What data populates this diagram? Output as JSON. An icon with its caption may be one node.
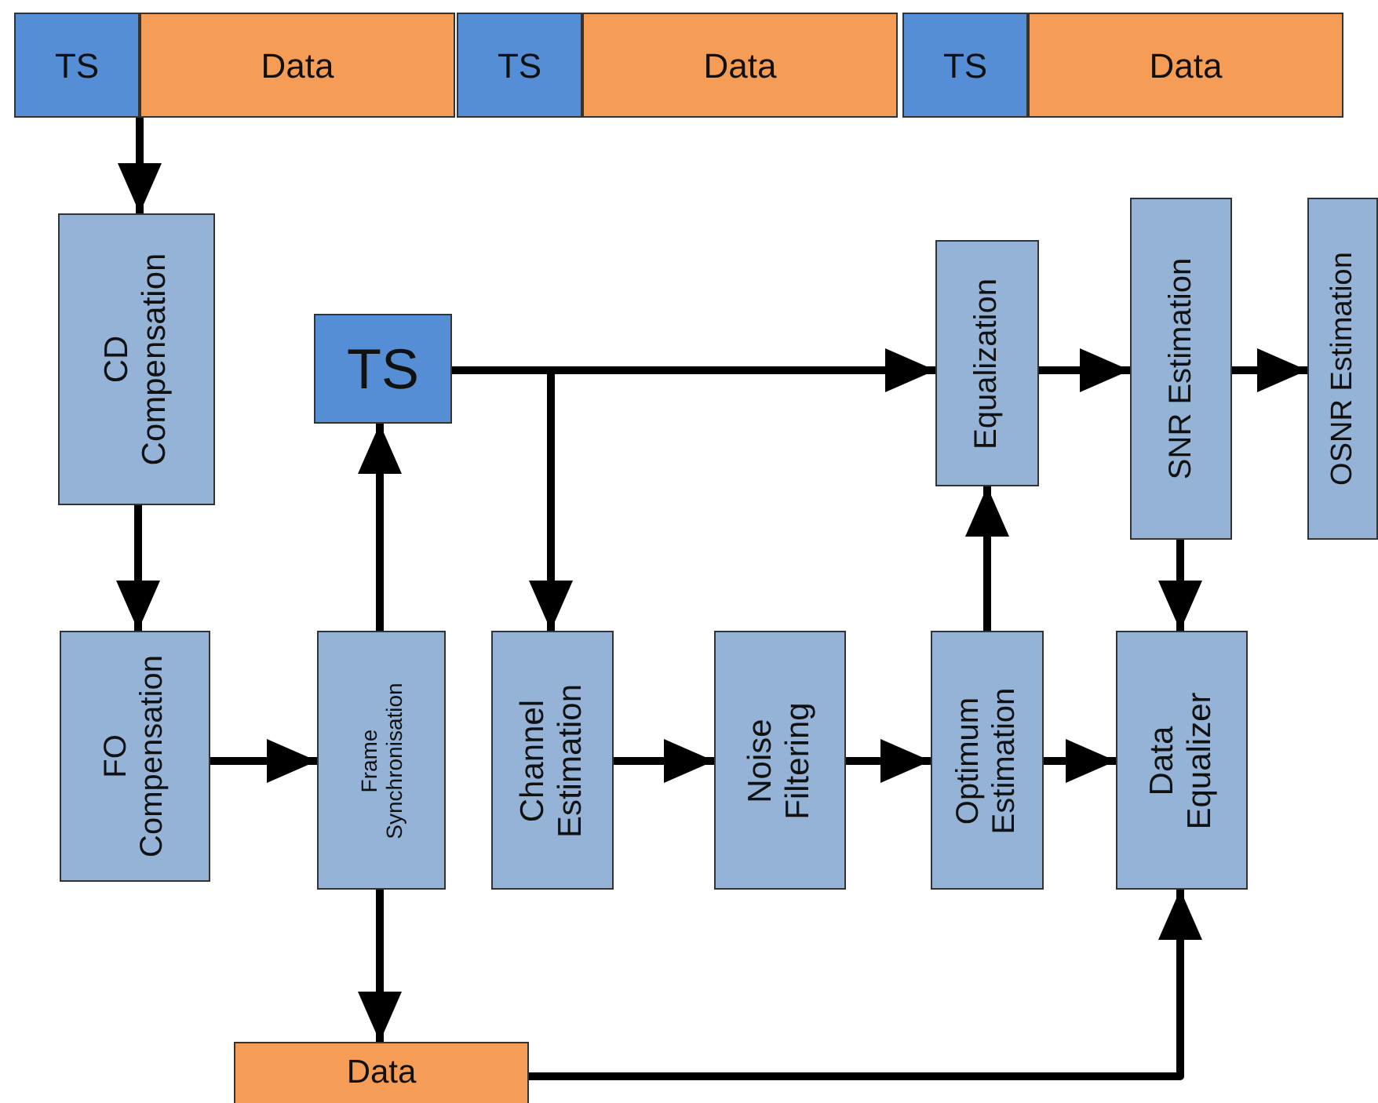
{
  "diagram": {
    "nodes": [
      {
        "text": [
          "TS"
        ]
      },
      {
        "text": [
          "Data"
        ]
      },
      {
        "text": [
          "TS"
        ]
      },
      {
        "text": [
          "Data"
        ]
      },
      {
        "text": [
          "TS"
        ]
      },
      {
        "text": [
          "Data"
        ]
      },
      {
        "text": [
          "CD Compensation"
        ]
      },
      {
        "text": [
          "FO Compensation"
        ]
      },
      {
        "text": [
          "Frame Synchronisation"
        ]
      },
      {
        "text": [
          "TS"
        ]
      },
      {
        "text": [
          "Channel Estimation"
        ]
      },
      {
        "text": [
          "Noise Filtering"
        ]
      },
      {
        "text": [
          "Optimum Estimation"
        ]
      },
      {
        "text": [
          "Equalization"
        ]
      },
      {
        "text": [
          "SNR Estimation"
        ]
      },
      {
        "text": [
          "OSNR Estimation"
        ]
      },
      {
        "text": [
          "Data Equalizer"
        ]
      },
      {
        "text": [
          "Data"
        ]
      }
    ],
    "edges": [
      {
        "from": 0,
        "to": 6,
        "arrow": "to"
      },
      {
        "from": 6,
        "to": 7,
        "arrow": "to"
      },
      {
        "from": 7,
        "to": 8,
        "arrow": "to"
      },
      {
        "from": 8,
        "to": 9,
        "arrow": "to"
      },
      {
        "from": 9,
        "to": 13,
        "arrow": "to"
      },
      {
        "from": 9,
        "to": 10,
        "arrow": "to"
      },
      {
        "from": 8,
        "to": 17,
        "arrow": "to"
      },
      {
        "from": 10,
        "to": 11,
        "arrow": "to"
      },
      {
        "from": 11,
        "to": 12,
        "arrow": "to"
      },
      {
        "from": 12,
        "to": 13,
        "arrow": "to"
      },
      {
        "from": 12,
        "to": 16,
        "arrow": "to"
      },
      {
        "from": 13,
        "to": 14,
        "arrow": "to"
      },
      {
        "from": 14,
        "to": 15,
        "arrow": "to"
      },
      {
        "from": 14,
        "to": 16,
        "arrow": "to"
      },
      {
        "from": 17,
        "to": 16,
        "arrow": "to"
      }
    ]
  }
}
